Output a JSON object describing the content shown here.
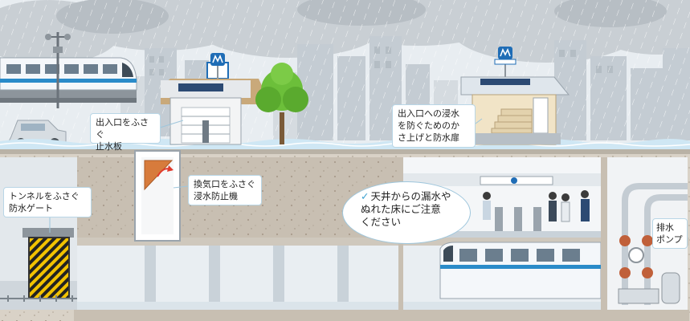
{
  "callouts": {
    "flood_board": "出入口をふさぐ\n止水板",
    "raised_entrance": "出入口への浸水\nを防ぐためのか\nさ上げと防水扉",
    "vent_device": "換気口をふさぐ\n浸水防止機",
    "tunnel_gate": "トンネルをふさぐ\n防水ゲート",
    "drain_pump": "排水\nポンプ"
  },
  "bubble": {
    "check_icon": "✓",
    "text": "天井からの漏水や\nぬれた床にご注意\nください"
  },
  "colors": {
    "sky": "#e9eef2",
    "water": "#cfe7f4",
    "soil": "#d9d2c7",
    "accent_blue": "#2a8bc9",
    "brand_blue": "#1f6db6"
  },
  "icons": {
    "station_sign": "metro-logo-icon",
    "weather_vane": "anemometer-icon"
  }
}
